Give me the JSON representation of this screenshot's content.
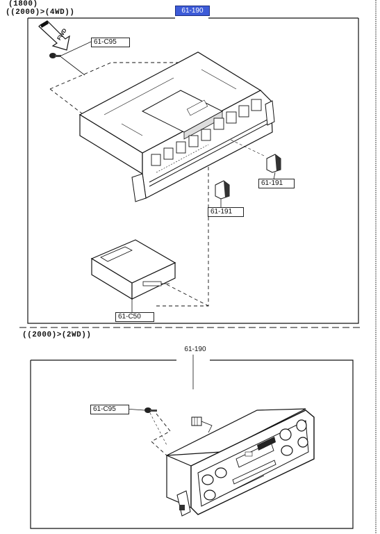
{
  "headings": {
    "line1": "(1800)",
    "line2": "((2000)>(4WD))",
    "section_b": "((2000)>(2WD))"
  },
  "top_reference": "61-190",
  "fwd_marker": "FWD",
  "callouts": {
    "bolt_upper": "61-C95",
    "knob_right": "61-191",
    "knob_left": "61-191",
    "module": "61-C50",
    "panel_lower": "61-190",
    "bolt_lower": "61-C95"
  },
  "colors": {
    "highlight": "#3d5bd8",
    "line": "#111111"
  }
}
